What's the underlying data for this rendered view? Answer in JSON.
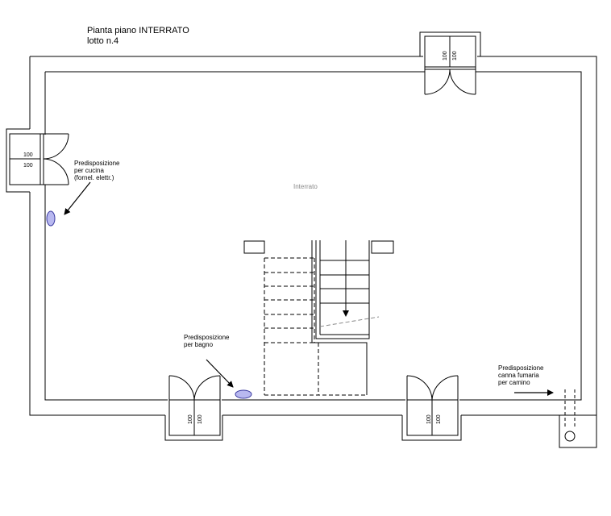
{
  "title": {
    "line1": "Pianta piano INTERRATO",
    "line2": "lotto n.4"
  },
  "room_label": "Interrato",
  "notes": {
    "cucina": [
      "Predisposizione",
      "per cucina",
      "(fornel. elettr.)"
    ],
    "bagno": [
      "Predisposizione",
      "per bagno"
    ],
    "camino": [
      "Predisposizione",
      "canna fumaria",
      "per camino"
    ]
  },
  "window_dim": "100",
  "colors": {
    "line": "#000000",
    "fixture_fill": "#b8b8f0",
    "fixture_stroke": "#3a3aa0",
    "room_label": "#888888"
  }
}
